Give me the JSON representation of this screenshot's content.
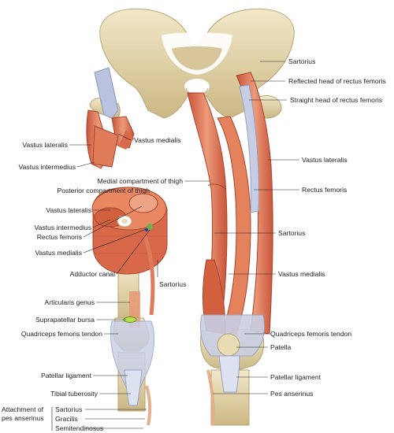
{
  "labels": {
    "sartorius_top": "Sartorius",
    "reflected_head": "Reflected head of rectus femoris",
    "straight_head": "Straight head of rectus femoris",
    "vastus_lateralis_left": "Vastus lateralis",
    "vastus_medialis_left": "Vastus medialis",
    "vastus_intermedius_left": "Vastus intermedius",
    "medial_compartment": "Medial compartment of thigh",
    "posterior_compartment": "Posterior compartment of thigh",
    "vastus_lateralis_right": "Vastus lateralis",
    "rectus_femoris_right": "Rectus femoris",
    "vastus_lateralis_xs": "Vastus lateralis",
    "vastus_intermedius_xs": "Vastus intermedius",
    "rectus_femoris_xs": "Rectus femoris",
    "vastus_medialis_xs": "Vastus medialis",
    "sartorius_mid": "Sartorius",
    "adductor_canal": "Adductor canal",
    "sartorius_xs": "Sartorius",
    "vastus_medialis_right": "Vastus medialis",
    "articularis_genus": "Articularis genus",
    "suprapatellar_bursa": "Suprapatellar bursa",
    "quadriceps_tendon_left": "Quadriceps femoris tendon",
    "quadriceps_tendon_right": "Quadriceps femoris tendon",
    "patella": "Patella",
    "patellar_ligament_left": "Patellar ligament",
    "patellar_ligament_right": "Patellar ligament",
    "tibial_tuberosity": "Tibial tuberosity",
    "pes_anserinus": "Pes anserinus",
    "attachment_pes_1": "Attachment of",
    "attachment_pes_2": "pes anserinus",
    "sartorius_bottom": "Sartorius",
    "gracilis": "Gracilis",
    "semitendinosus": "Semitendinosus"
  },
  "colors": {
    "bone": "#e9dcb4",
    "bone_shade": "#cdb98a",
    "muscle": "#d9694a",
    "muscle_light": "#eea27f",
    "tendon": "#c7cde3",
    "fat": "#f3e3a8"
  }
}
